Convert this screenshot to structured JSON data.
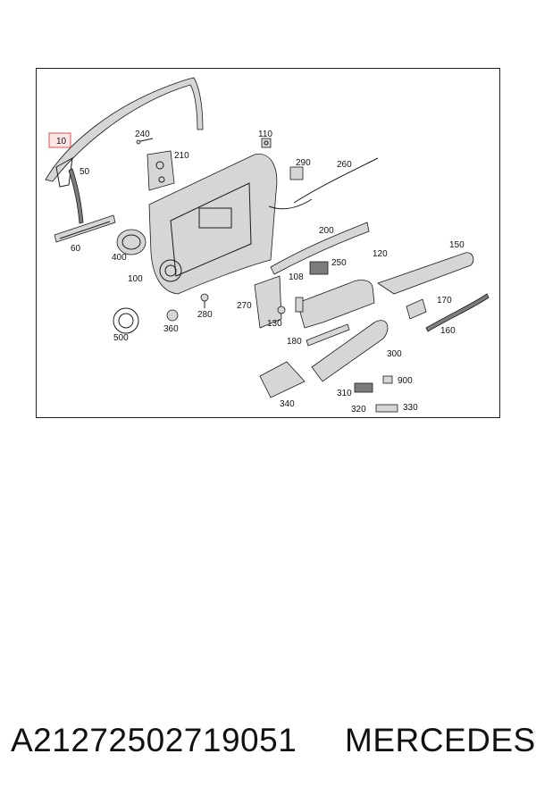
{
  "diagram": {
    "callouts": {
      "c10": "10",
      "c50": "50",
      "c60": "60",
      "c240": "240",
      "c210": "210",
      "c110": "110",
      "c290": "290",
      "c260": "260",
      "c400": "400",
      "c100": "100",
      "c200": "200",
      "c250": "250",
      "c120": "120",
      "c150": "150",
      "c108": "108",
      "c270": "270",
      "c130": "130",
      "c170": "170",
      "c160": "160",
      "c180": "180",
      "c300": "300",
      "c280": "280",
      "c360": "360",
      "c500": "500",
      "c900": "900",
      "c310": "310",
      "c320": "320",
      "c330": "330",
      "c340": "340"
    },
    "highlighted_callout": "10",
    "highlight_color": "#d9534f"
  },
  "caption": {
    "part_number": "A21272502719051",
    "brand": "MERCEDES"
  }
}
